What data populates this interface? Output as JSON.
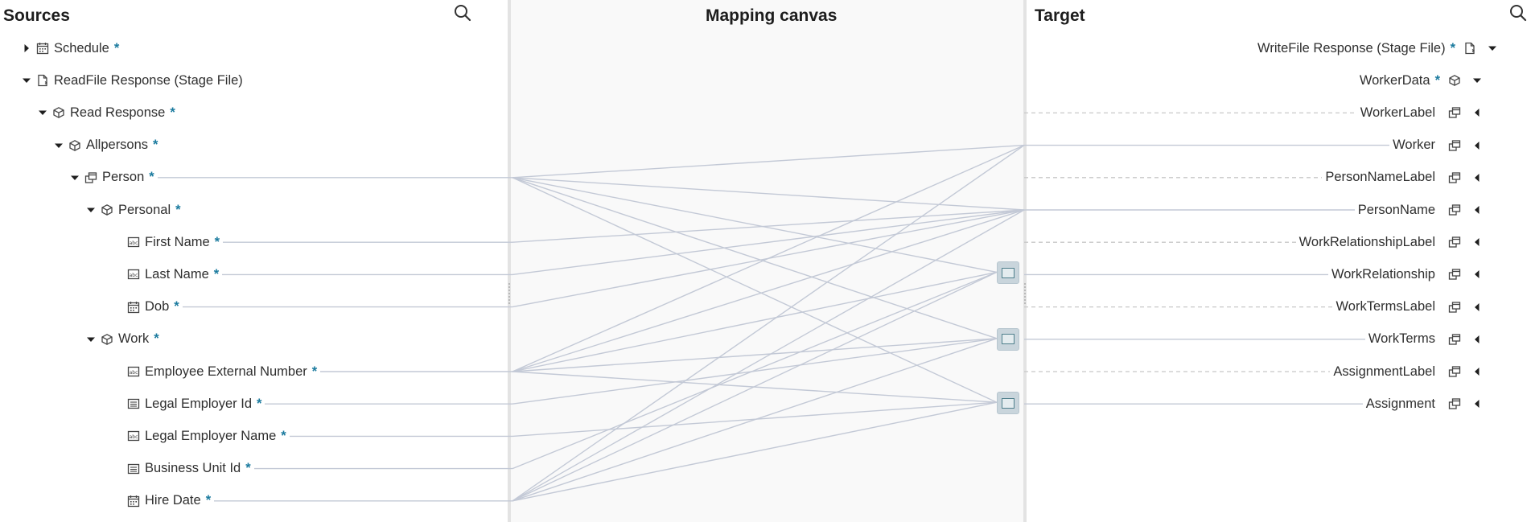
{
  "sources": {
    "title": "Sources",
    "nodes": [
      {
        "label": "Schedule",
        "required": "*",
        "icon": "calendar-icon",
        "expanded": false
      },
      {
        "label": "ReadFile Response (Stage File)",
        "required": "",
        "icon": "file-icon",
        "expanded": true
      },
      {
        "label": "Read Response",
        "required": "*",
        "icon": "object-icon",
        "expanded": true
      },
      {
        "label": "Allpersons",
        "required": "*",
        "icon": "object-icon",
        "expanded": true
      },
      {
        "label": "Person",
        "required": "*",
        "icon": "collection-icon",
        "expanded": true
      },
      {
        "label": "Personal",
        "required": "*",
        "icon": "object-icon",
        "expanded": true
      },
      {
        "label": "First Name",
        "required": "*",
        "icon": "string-icon"
      },
      {
        "label": "Last Name",
        "required": "*",
        "icon": "string-icon"
      },
      {
        "label": "Dob",
        "required": "*",
        "icon": "calendar-icon"
      },
      {
        "label": "Work",
        "required": "*",
        "icon": "object-icon",
        "expanded": true
      },
      {
        "label": "Employee External Number",
        "required": "*",
        "icon": "string-icon"
      },
      {
        "label": "Legal Employer Id",
        "required": "*",
        "icon": "number-icon"
      },
      {
        "label": "Legal Employer Name",
        "required": "*",
        "icon": "string-icon"
      },
      {
        "label": "Business Unit Id",
        "required": "*",
        "icon": "number-icon"
      },
      {
        "label": "Hire Date",
        "required": "*",
        "icon": "calendar-icon"
      }
    ]
  },
  "canvas": {
    "title": "Mapping canvas"
  },
  "target": {
    "title": "Target",
    "nodes": [
      {
        "label": "WriteFile Response (Stage File)",
        "required": "*",
        "icon": "file-icon",
        "expanded": true
      },
      {
        "label": "WorkerData",
        "required": "*",
        "icon": "object-icon",
        "expanded": true
      },
      {
        "label": "WorkerLabel",
        "required": "",
        "icon": "collection-icon",
        "expanded": false
      },
      {
        "label": "Worker",
        "required": "",
        "icon": "collection-icon",
        "expanded": false
      },
      {
        "label": "PersonNameLabel",
        "required": "",
        "icon": "collection-icon",
        "expanded": false
      },
      {
        "label": "PersonName",
        "required": "",
        "icon": "collection-icon",
        "expanded": false
      },
      {
        "label": "WorkRelationshipLabel",
        "required": "",
        "icon": "collection-icon",
        "expanded": false
      },
      {
        "label": "WorkRelationship",
        "required": "",
        "icon": "collection-icon",
        "expanded": false
      },
      {
        "label": "WorkTermsLabel",
        "required": "",
        "icon": "collection-icon",
        "expanded": false
      },
      {
        "label": "WorkTerms",
        "required": "",
        "icon": "collection-icon",
        "expanded": false
      },
      {
        "label": "AssignmentLabel",
        "required": "",
        "icon": "collection-icon",
        "expanded": false
      },
      {
        "label": "Assignment",
        "required": "",
        "icon": "collection-icon",
        "expanded": false
      }
    ]
  },
  "colors": {
    "line": "#c3c9d6",
    "dashed": "#c8c8c8",
    "required": "#1a7a9e",
    "function_box": "#c9d5dc"
  }
}
